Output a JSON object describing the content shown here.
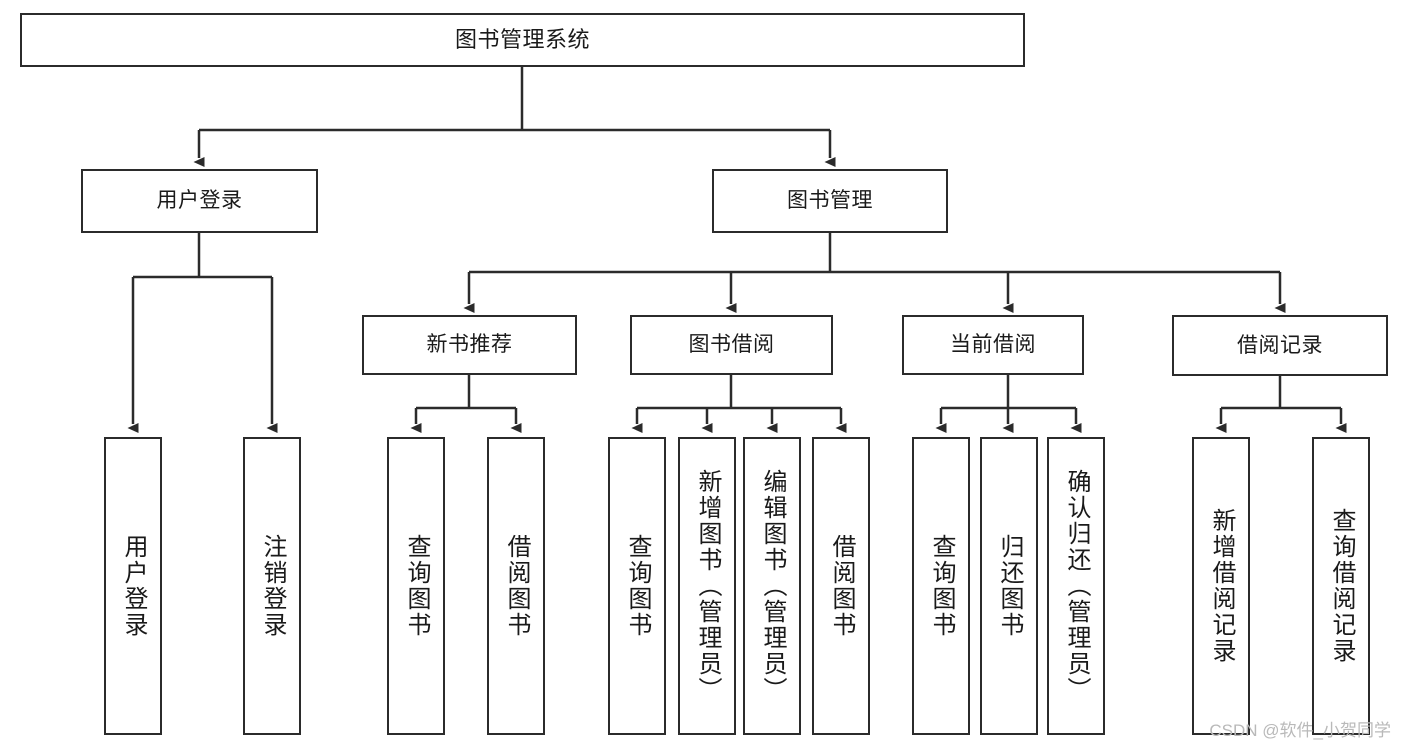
{
  "diagram": {
    "type": "tree",
    "title": "图书管理系统",
    "watermark": "CSDN @软件_小贺同学",
    "colors": {
      "box_border": "#2b2b2b",
      "box_fill": "#ffffff",
      "connector": "#2b2b2b",
      "text": "#1a1a1a",
      "watermark": "#b9b9b9",
      "background": "#ffffff"
    },
    "nodes": {
      "root": {
        "label": "图书管理系统"
      },
      "level2": [
        {
          "id": "user-login",
          "label": "用户登录"
        },
        {
          "id": "book-manage",
          "label": "图书管理"
        }
      ],
      "level3": [
        {
          "id": "new-book-recommend",
          "label": "新书推荐"
        },
        {
          "id": "book-borrow",
          "label": "图书借阅"
        },
        {
          "id": "current-borrow",
          "label": "当前借阅"
        },
        {
          "id": "borrow-record",
          "label": "借阅记录"
        }
      ],
      "leaves": {
        "user_login": [
          {
            "id": "leaf-user-login",
            "label": "用户登录"
          },
          {
            "id": "leaf-logout-login",
            "label": "注销登录"
          }
        ],
        "new_book_recommend": [
          {
            "id": "leaf-query-book-1",
            "label": "查询图书"
          },
          {
            "id": "leaf-borrow-book-1",
            "label": "借阅图书"
          }
        ],
        "book_borrow": [
          {
            "id": "leaf-query-book-2",
            "label": "查询图书"
          },
          {
            "id": "leaf-add-book",
            "label": "新增图书（管理员）"
          },
          {
            "id": "leaf-edit-book",
            "label": "编辑图书（管理员）"
          },
          {
            "id": "leaf-borrow-book-2",
            "label": "借阅图书"
          }
        ],
        "current_borrow": [
          {
            "id": "leaf-query-book-3",
            "label": "查询图书"
          },
          {
            "id": "leaf-return-book",
            "label": "归还图书"
          },
          {
            "id": "leaf-confirm-return",
            "label": "确认归还（管理员）"
          }
        ],
        "borrow_record": [
          {
            "id": "leaf-add-record",
            "label": "新增借阅记录"
          },
          {
            "id": "leaf-query-record",
            "label": "查询借阅记录"
          }
        ]
      }
    },
    "edges": [
      {
        "from": "图书管理系统",
        "to": "用户登录"
      },
      {
        "from": "图书管理系统",
        "to": "图书管理"
      },
      {
        "from": "用户登录",
        "to": "用户登录"
      },
      {
        "from": "用户登录",
        "to": "注销登录"
      },
      {
        "from": "图书管理",
        "to": "新书推荐"
      },
      {
        "from": "图书管理",
        "to": "图书借阅"
      },
      {
        "from": "图书管理",
        "to": "当前借阅"
      },
      {
        "from": "图书管理",
        "to": "借阅记录"
      },
      {
        "from": "新书推荐",
        "to": "查询图书"
      },
      {
        "from": "新书推荐",
        "to": "借阅图书"
      },
      {
        "from": "图书借阅",
        "to": "查询图书"
      },
      {
        "from": "图书借阅",
        "to": "新增图书（管理员）"
      },
      {
        "from": "图书借阅",
        "to": "编辑图书（管理员）"
      },
      {
        "from": "图书借阅",
        "to": "借阅图书"
      },
      {
        "from": "当前借阅",
        "to": "查询图书"
      },
      {
        "from": "当前借阅",
        "to": "归还图书"
      },
      {
        "from": "当前借阅",
        "to": "确认归还（管理员）"
      },
      {
        "from": "借阅记录",
        "to": "新增借阅记录"
      },
      {
        "from": "借阅记录",
        "to": "查询借阅记录"
      }
    ]
  }
}
